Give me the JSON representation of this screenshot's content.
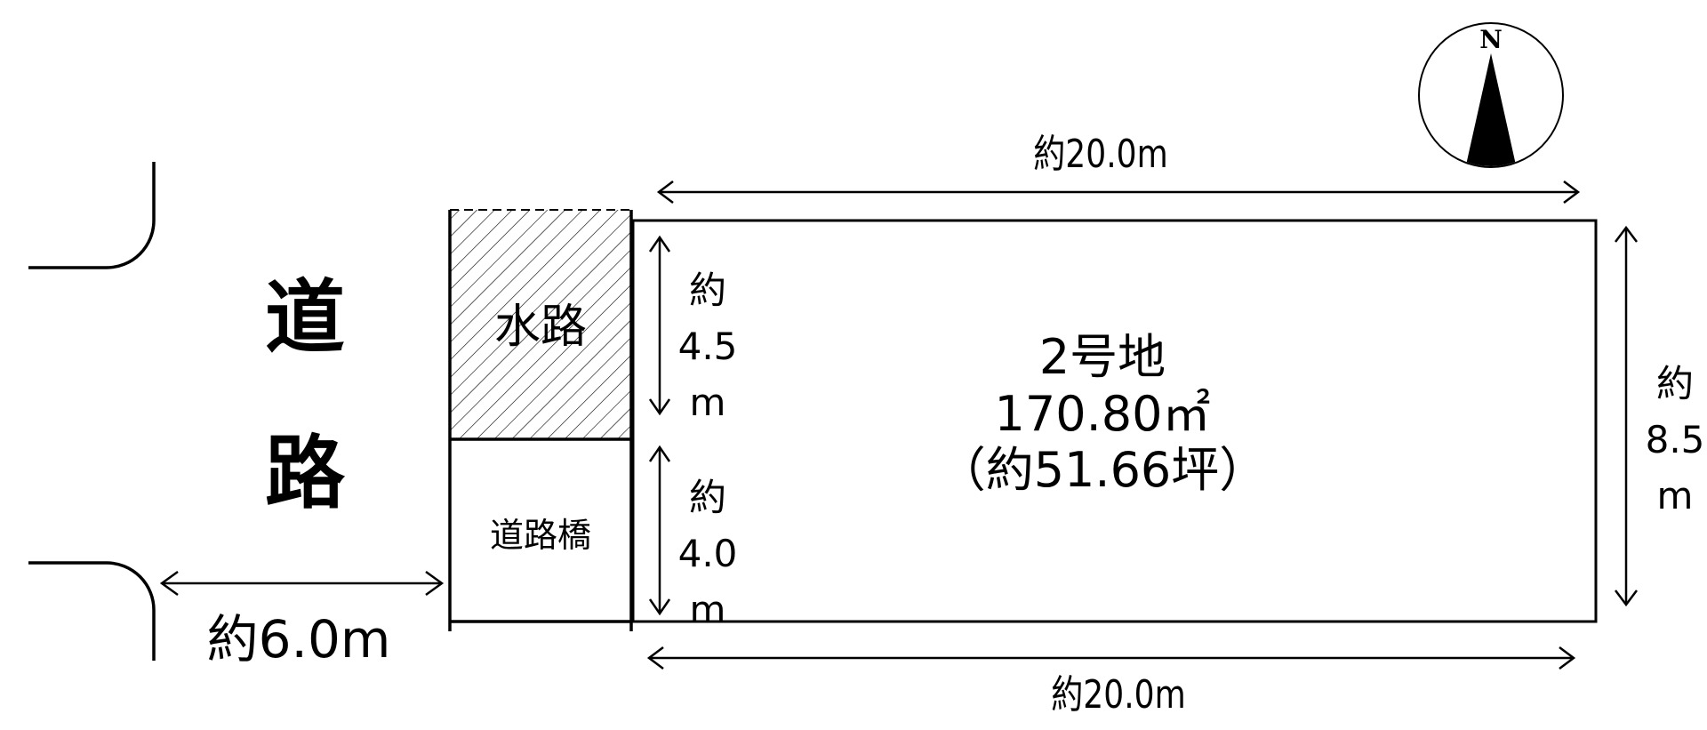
{
  "road": {
    "label_top": "道",
    "label_bottom": "路",
    "width_label": "約6.0m"
  },
  "waterway": {
    "label": "水路",
    "height_label": [
      "約",
      "4.5",
      "m"
    ],
    "hatch": "diagonal"
  },
  "road_bridge": {
    "label": "道路橋",
    "height_label": [
      "約",
      "4.0",
      "m"
    ]
  },
  "lot": {
    "name": "2号地",
    "area_sqm": "170.80㎡",
    "area_tsubo": "（約51.66坪）",
    "top_width_label": "約20.0m",
    "bottom_width_label": "約20.0m",
    "depth_label": [
      "約",
      "8.5",
      "m"
    ]
  },
  "compass": {
    "north_label": "N"
  },
  "colors": {
    "line": "#000000",
    "background": "#ffffff"
  }
}
